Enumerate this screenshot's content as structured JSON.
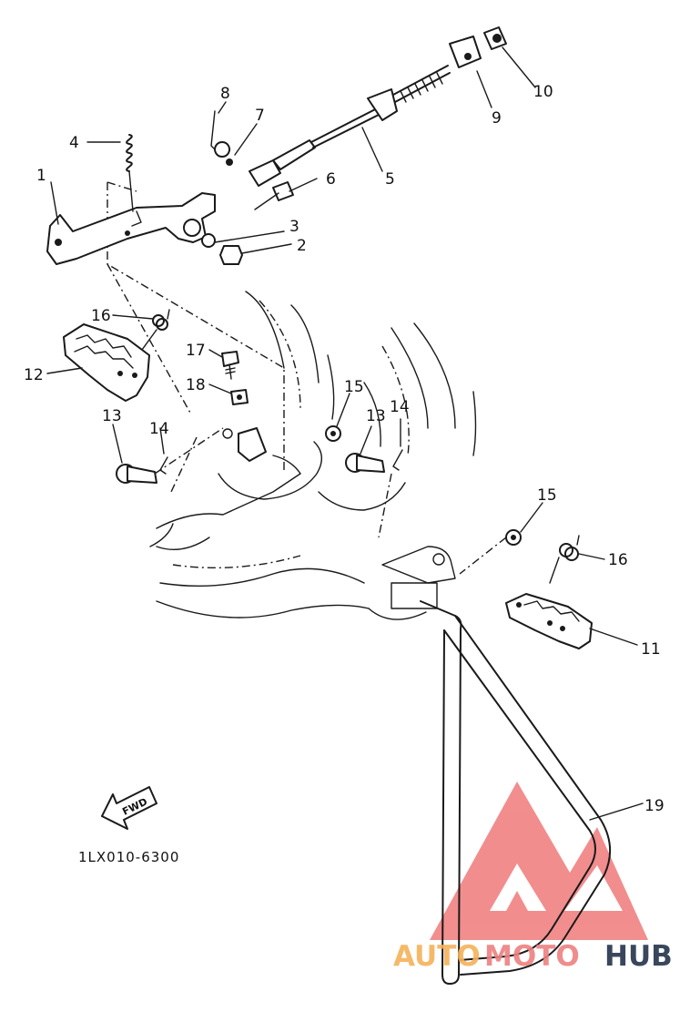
{
  "diagram": {
    "drawing_code": "1LX010-6300",
    "fwd_label": "FWD",
    "callouts": {
      "c1": "1",
      "c2": "2",
      "c3": "3",
      "c4": "4",
      "c5": "5",
      "c6": "6",
      "c7": "7",
      "c8": "8",
      "c9": "9",
      "c10": "10",
      "c11": "11",
      "c12": "12",
      "c13a": "13",
      "c13b": "13",
      "c14a": "14",
      "c14b": "14",
      "c15a": "15",
      "c15b": "15",
      "c16a": "16",
      "c16b": "16",
      "c17": "17",
      "c18": "18",
      "c19": "19"
    }
  },
  "watermark": {
    "brand_part1": "AUTO",
    "brand_part2": "MOTO",
    "brand_part3": "HUB",
    "colors": {
      "logo": "#f07a7a",
      "auto": "#f5b259",
      "moto": "#ee8080",
      "hub": "#2f3e55"
    }
  }
}
